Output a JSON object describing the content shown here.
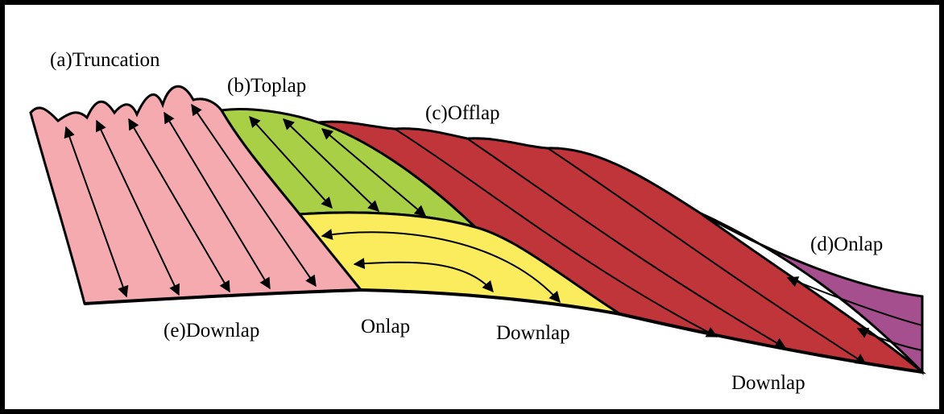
{
  "labels": {
    "truncation": "(a)Truncation",
    "toplap": "(b)Toplap",
    "offlap": "(c)Offlap",
    "onlap_d": "(d)Onlap",
    "downlap_e": "(e)Downlap",
    "onlap_center": "Onlap",
    "downlap_center": "Downlap",
    "downlap_right": "Downlap"
  },
  "colors": {
    "truncation_unit": "#f5aab0",
    "toplap_unit": "#a8cf45",
    "onlap_downlap_unit": "#fbec5d",
    "offlap_unit": "#c0353a",
    "onlap_unit": "#a54f8e",
    "outline": "#000000",
    "frame": "#000000",
    "background": "#ffffff"
  }
}
